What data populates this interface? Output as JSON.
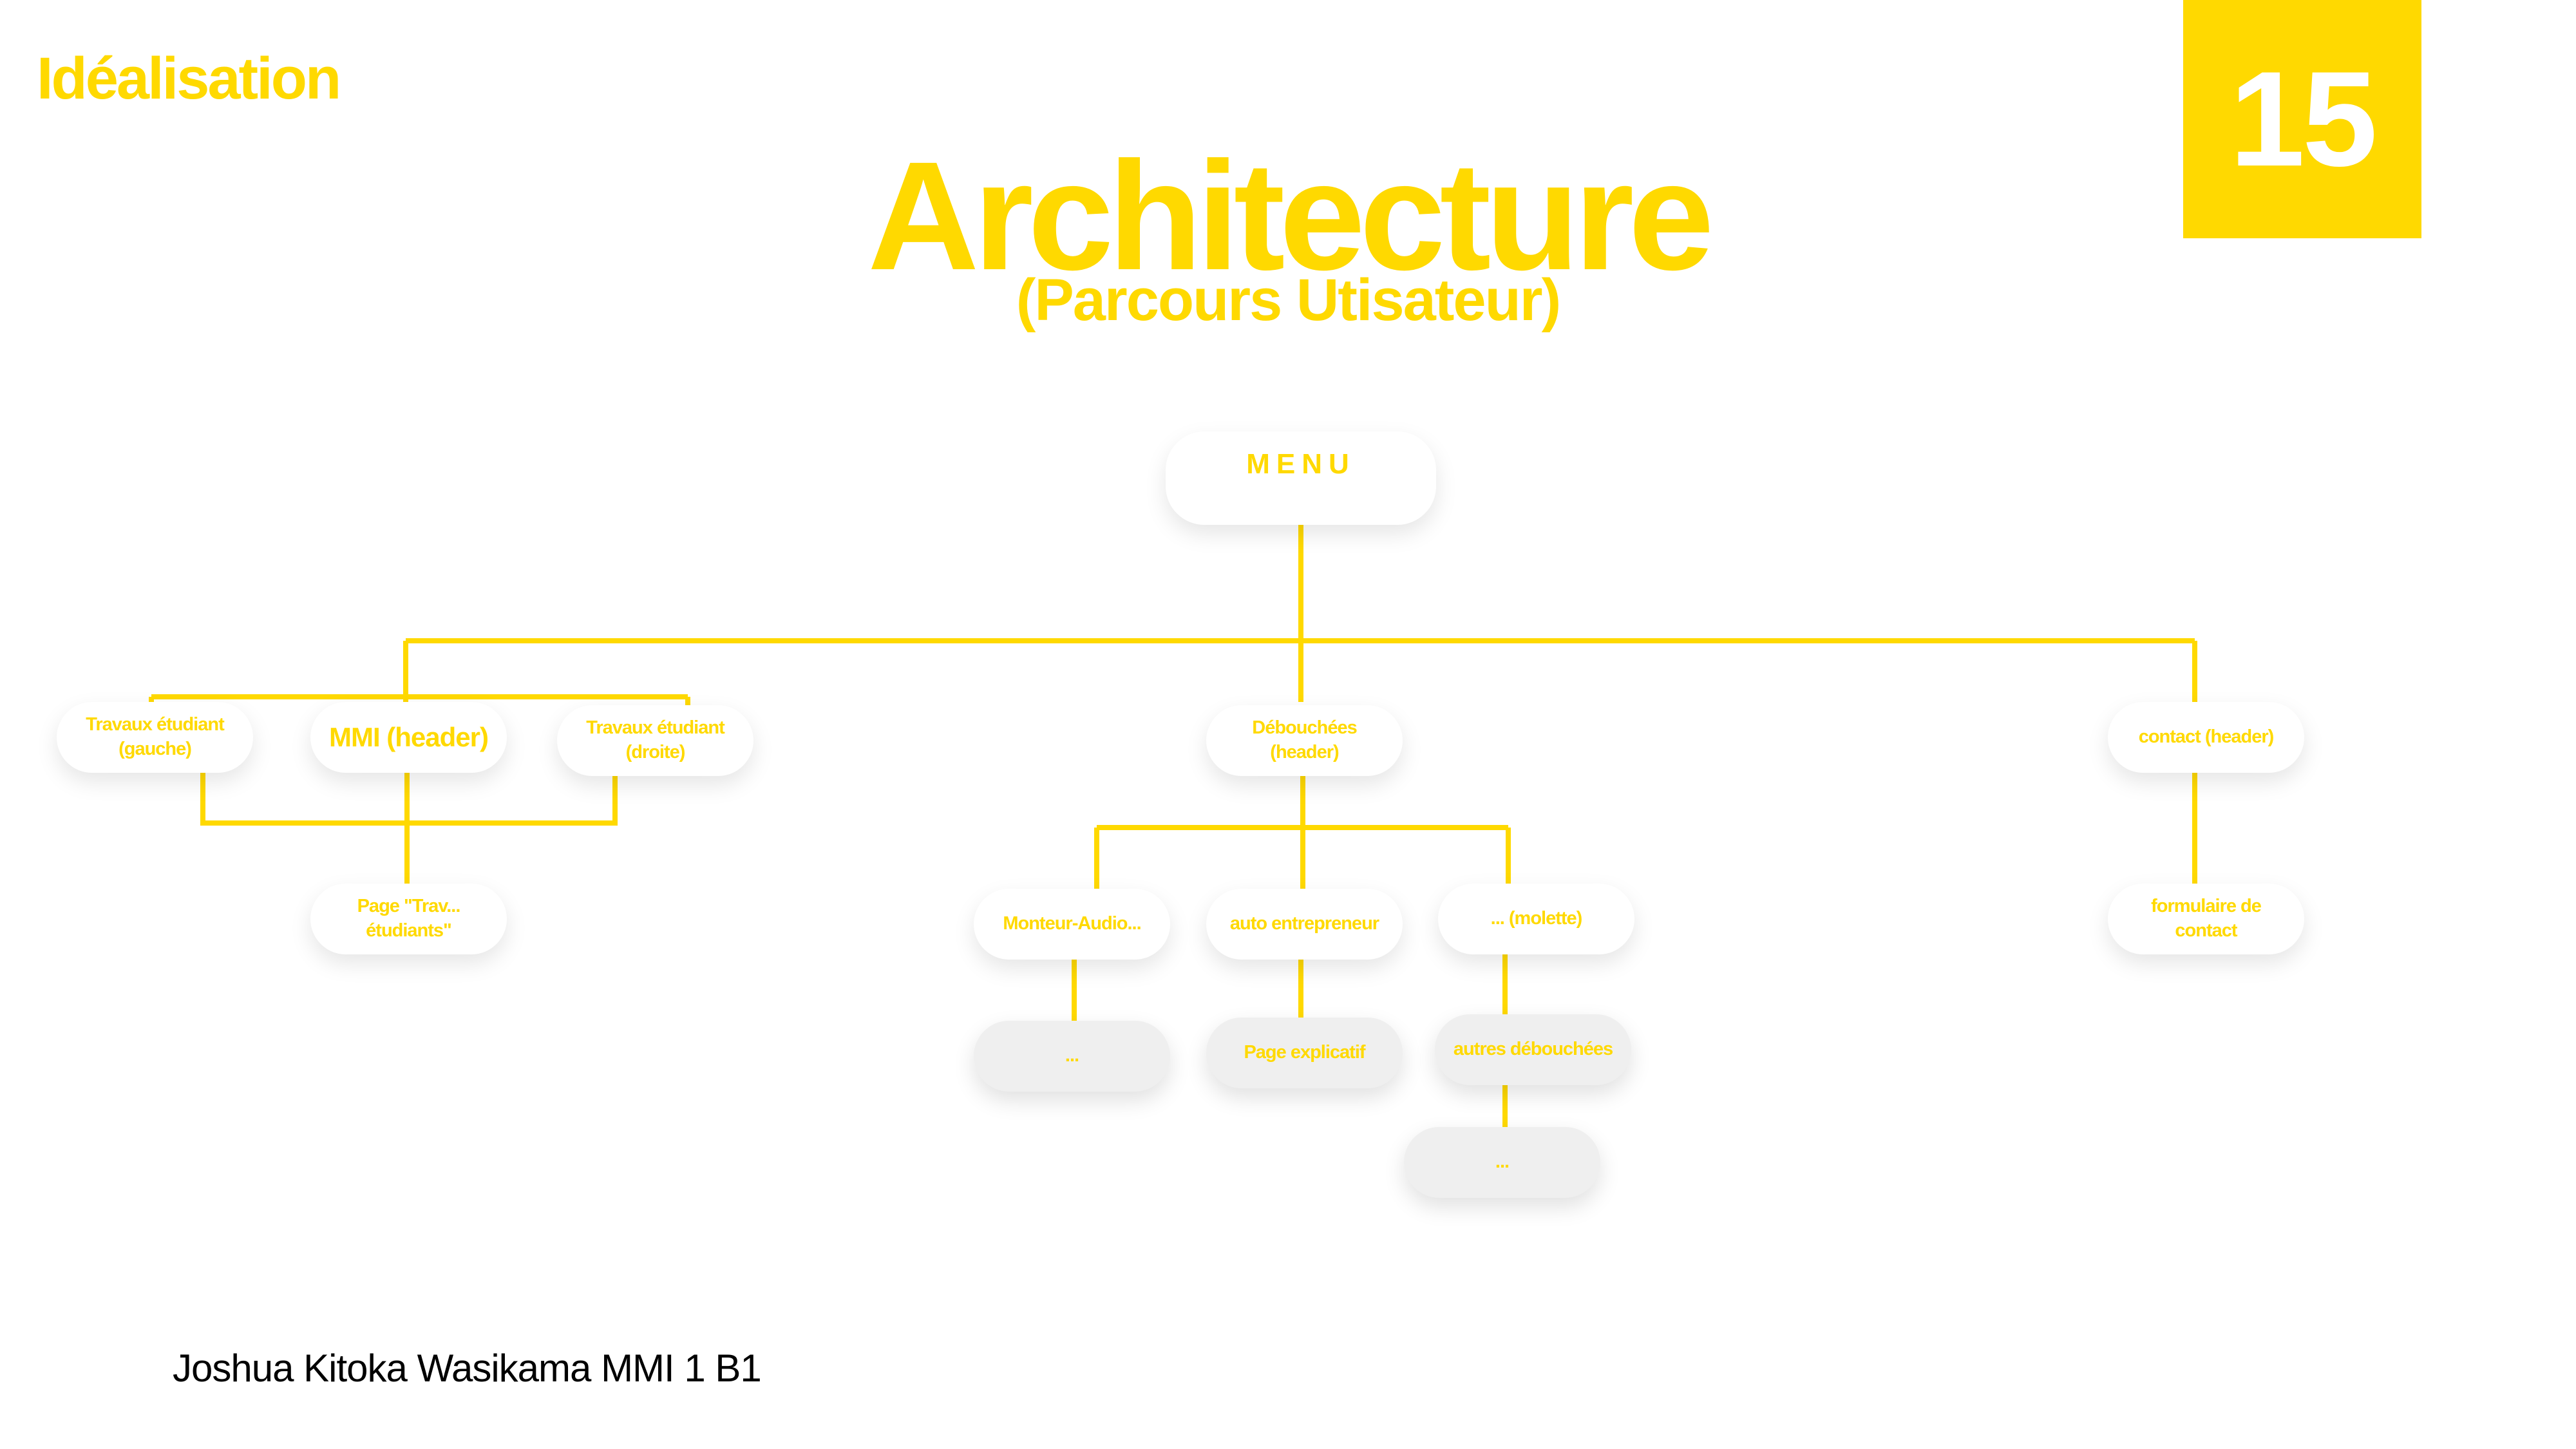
{
  "header": {
    "section": "Idéalisation",
    "page_number": "15"
  },
  "title": "Architecture",
  "subtitle": "(Parcours Utisateur)",
  "author": "Joshua Kitoka Wasikama MMI 1 B1",
  "colors": {
    "accent": "#FFD900",
    "node_white": "#FFFFFF",
    "node_gray": "#EFEFEF",
    "text_dark": "#000000"
  },
  "nodes": {
    "menu": "MENU",
    "travaux_gauche": "Travaux étudiant\n(gauche)",
    "mmi_header": "MMI (header)",
    "travaux_droite": "Travaux étudiant\n(droite)",
    "page_travaux": "Page \"Trav...\nétudiants\"",
    "debouchees": "Débouchées\n(header)",
    "monteur_audio": "Monteur-Audio...",
    "auto_entrepreneur": "auto entrepreneur",
    "molette": "... (molette)",
    "monteur_child": "...",
    "page_explicatif": "Page explicatif",
    "autres_debouchees": "autres débouchées",
    "autres_child": "...",
    "contact_header": "contact (header)",
    "formulaire_contact": "formulaire de\ncontact"
  },
  "edges": [
    [
      "menu",
      "mmi_header"
    ],
    [
      "menu",
      "debouchees"
    ],
    [
      "menu",
      "contact_header"
    ],
    [
      "mmi_header",
      "travaux_gauche"
    ],
    [
      "mmi_header",
      "travaux_droite"
    ],
    [
      "mmi_header",
      "page_travaux"
    ],
    [
      "debouchees",
      "monteur_audio"
    ],
    [
      "debouchees",
      "auto_entrepreneur"
    ],
    [
      "debouchees",
      "molette"
    ],
    [
      "monteur_audio",
      "monteur_child"
    ],
    [
      "auto_entrepreneur",
      "page_explicatif"
    ],
    [
      "molette",
      "autres_debouchees"
    ],
    [
      "autres_debouchees",
      "autres_child"
    ],
    [
      "contact_header",
      "formulaire_contact"
    ]
  ]
}
